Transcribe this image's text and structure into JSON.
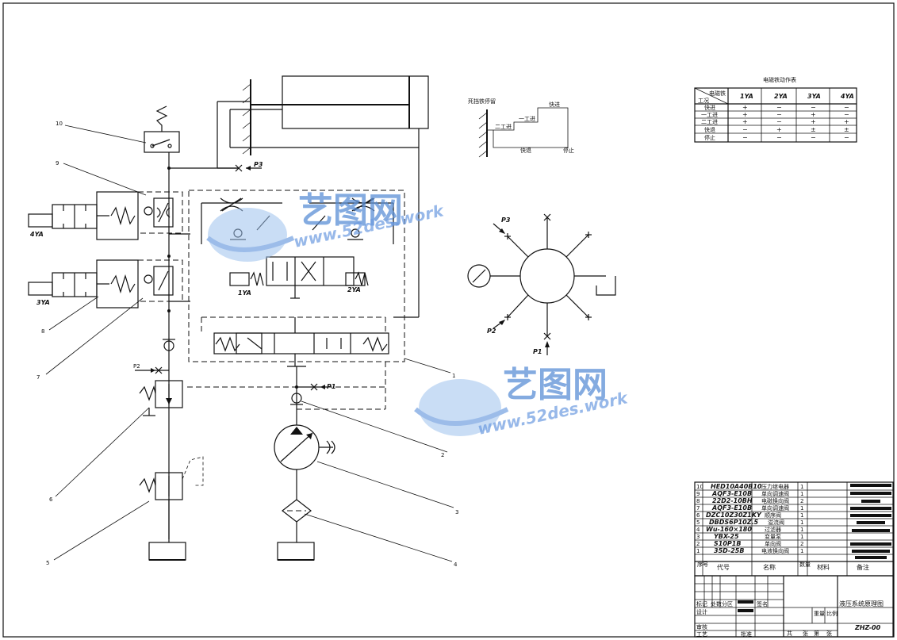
{
  "callouts": [
    "10",
    "9",
    "4YA",
    "3YA",
    "8",
    "7",
    "6",
    "5",
    "1",
    "2",
    "3",
    "4"
  ],
  "ports": {
    "p1": "P1",
    "p2": "P2",
    "p3": "P3"
  },
  "valve_labels": {
    "ya1": "1YA",
    "ya2": "2YA"
  },
  "gauge_labels": {
    "p3": "P3",
    "p2": "P2",
    "p1": "P1"
  },
  "cycle": {
    "stop": "死挡铁停留",
    "fast_in": "快进",
    "work1": "一工进",
    "work2": "二工进",
    "fast_back": "快退",
    "halt": "停止"
  },
  "action_table": {
    "title": "电磁铁动作表",
    "corner_top": "电磁铁",
    "corner_bottom": "工况",
    "columns": [
      "1YA",
      "2YA",
      "3YA",
      "4YA"
    ],
    "rows": [
      {
        "label": "快进",
        "cells": [
          "+",
          "−",
          "−",
          "−"
        ]
      },
      {
        "label": "一工进",
        "cells": [
          "+",
          "−",
          "+",
          "−"
        ]
      },
      {
        "label": "二工进",
        "cells": [
          "+",
          "−",
          "+",
          "+"
        ]
      },
      {
        "label": "快退",
        "cells": [
          "−",
          "+",
          "±",
          "±"
        ]
      },
      {
        "label": "停止",
        "cells": [
          "−",
          "−",
          "−",
          "−"
        ]
      }
    ]
  },
  "parts": [
    {
      "no": "10",
      "code": "HED10A40B10",
      "name": "压力继电器",
      "qty": "1"
    },
    {
      "no": "9",
      "code": "AQF3-E10B",
      "name": "单向调速阀",
      "qty": "1"
    },
    {
      "no": "8",
      "code": "22D2-10BH",
      "name": "电磁换向阀",
      "qty": "2"
    },
    {
      "no": "7",
      "code": "AQF3-E10B",
      "name": "单向调速阀",
      "qty": "1"
    },
    {
      "no": "6",
      "code": "DZC10Z30Z1KY",
      "name": "顺序阀",
      "qty": "1"
    },
    {
      "no": "5",
      "code": "DBDS6P10Z.5",
      "name": "溢流阀",
      "qty": "1"
    },
    {
      "no": "4",
      "code": "Wu-160×180",
      "name": "过滤器",
      "qty": "1"
    },
    {
      "no": "3",
      "code": "YBX-25",
      "name": "变量泵",
      "qty": "1"
    },
    {
      "no": "2",
      "code": "S10P1B",
      "name": "单向阀",
      "qty": "2"
    },
    {
      "no": "1",
      "code": "35D-25B",
      "name": "电液换向阀",
      "qty": "1"
    }
  ],
  "parts_header": {
    "seq": "序号",
    "code": "代号",
    "name": "名称",
    "qty": "数量",
    "material": "材料",
    "remark": "备注"
  },
  "title_block": {
    "drawing_title": "液压系统原理图",
    "drawing_no": "ZHZ-00",
    "mark": "标记",
    "count": "处数",
    "zone": "分区",
    "sign": "签名",
    "design": "设计",
    "process": "工艺",
    "check": "审核",
    "approve": "批准",
    "weight": "重量",
    "scale": "比例",
    "total": "共",
    "sheet": "张",
    "of": "第",
    "sheet2": "张"
  },
  "watermark": {
    "brand": "艺图网",
    "url": "www.52des.work"
  }
}
